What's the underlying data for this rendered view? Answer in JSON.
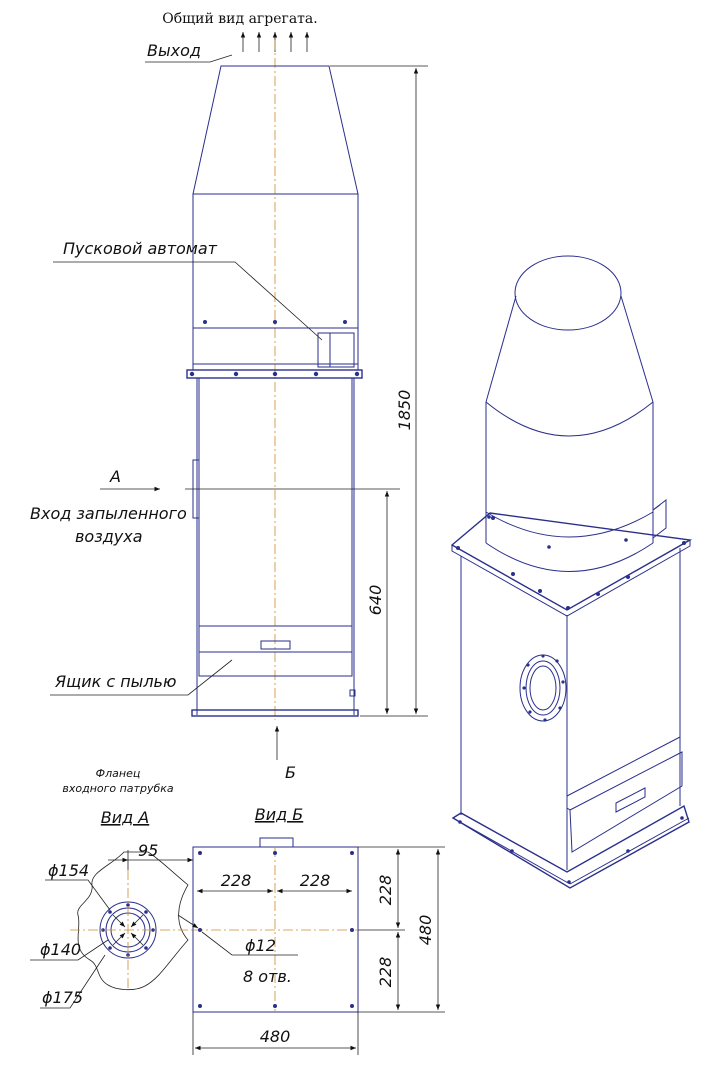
{
  "title": "Общий вид агрегата.",
  "labels": {
    "outlet": "Выход",
    "starter": "Пусковой автомат",
    "arrow_a": "А",
    "inlet_line1": "Вход запыленного",
    "inlet_line2": "воздуха",
    "dust_box": "Ящик с пылью",
    "arrow_b": "Б",
    "flange_line1": "Фланец",
    "flange_line2": "входного патрубка",
    "view_a": "Вид А",
    "view_b": "Вид Б",
    "holes_note": "8 отв."
  },
  "dimensions": {
    "overall_height": "1850",
    "inlet_height": "640",
    "flange_offset": "95",
    "dia_154": "ϕ154",
    "dia_140": "ϕ140",
    "dia_175": "ϕ175",
    "dia_12": "ϕ12",
    "hole_spacing_left": "228",
    "hole_spacing_right": "228",
    "hole_spacing_top": "228",
    "hole_spacing_bottom": "228",
    "base_width": "480",
    "base_depth": "480"
  },
  "colors": {
    "linework": "#2a2f8c",
    "centerline": "#d08a2a",
    "annotation": "#111111"
  }
}
